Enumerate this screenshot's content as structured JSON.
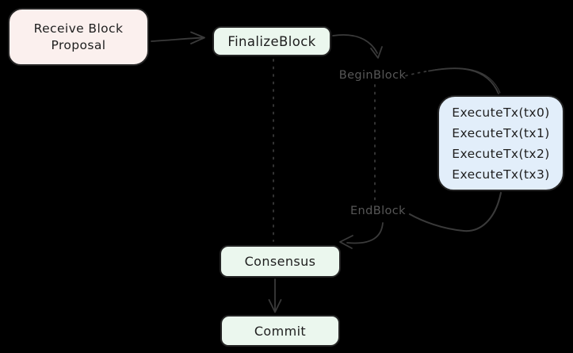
{
  "diagram": {
    "title": "block-execution-flow",
    "nodes": {
      "receive_block_proposal": {
        "label": "Receive Block Proposal"
      },
      "finalize_block": {
        "label": "FinalizeBlock"
      },
      "execute_tx": {
        "lines": [
          "ExecuteTx(tx0)",
          "ExecuteTx(tx1)",
          "ExecuteTx(tx2)",
          "ExecuteTx(tx3)"
        ]
      },
      "consensus": {
        "label": "Consensus"
      },
      "commit": {
        "label": "Commit"
      }
    },
    "edge_labels": {
      "begin_block": "BeginBlock",
      "end_block": "EndBlock"
    },
    "edges": [
      "Receive Block Proposal -> FinalizeBlock",
      "FinalizeBlock -> BeginBlock",
      "BeginBlock -> ExecuteTx(tx0..tx3)",
      "BeginBlock .. EndBlock (dotted)",
      "FinalizeBlock .. Consensus (dotted)",
      "ExecuteTx(tx0..tx3) -> EndBlock",
      "EndBlock -> Consensus",
      "Consensus -> Commit"
    ],
    "colors": {
      "background": "#000000",
      "stroke": "#3a3a3a",
      "label_gray": "#575757",
      "node_border": "#242424",
      "node_text": "#1e1e1e",
      "fill_pink": "#fbf0ee",
      "fill_green": "#ebf7ee",
      "fill_blue": "#e2eefa"
    }
  }
}
